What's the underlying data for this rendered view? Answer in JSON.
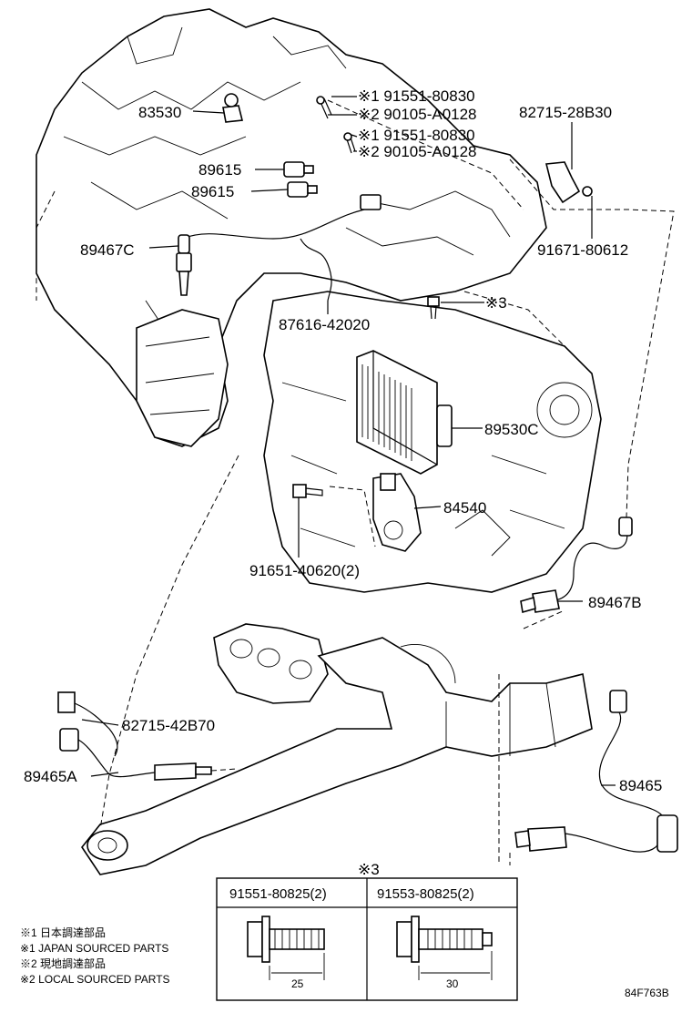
{
  "labels": {
    "p83530": "83530",
    "p91551_80830_a": "※1 91551-80830",
    "p90105_a": "※2 90105-A0128",
    "p91551_80830_b": "※1 91551-80830",
    "p90105_b": "※2 90105-A0128",
    "p82715_28B30": "82715-28B30",
    "p89615_a": "89615",
    "p89615_b": "89615",
    "p89467C": "89467C",
    "p91671_80612": "91671-80612",
    "p87616_42020": "87616-42020",
    "mark3_top": "※3",
    "p89530C": "89530C",
    "p84540": "84540",
    "p91651_40620": "91651-40620(2)",
    "p89467B": "89467B",
    "p82715_42B70": "82715-42B70",
    "p89465A": "89465A",
    "p89465": "89465",
    "mark3_table": "※3"
  },
  "table": {
    "left_header": "91551-80825(2)",
    "right_header": "91553-80825(2)",
    "left_length": "25",
    "right_length": "30"
  },
  "notes": [
    "※1 日本調達部品",
    "※1 JAPAN SOURCED PARTS",
    "※2 現地調達部品",
    "※2 LOCAL SOURCED PARTS"
  ],
  "figure_code": "84F763B"
}
